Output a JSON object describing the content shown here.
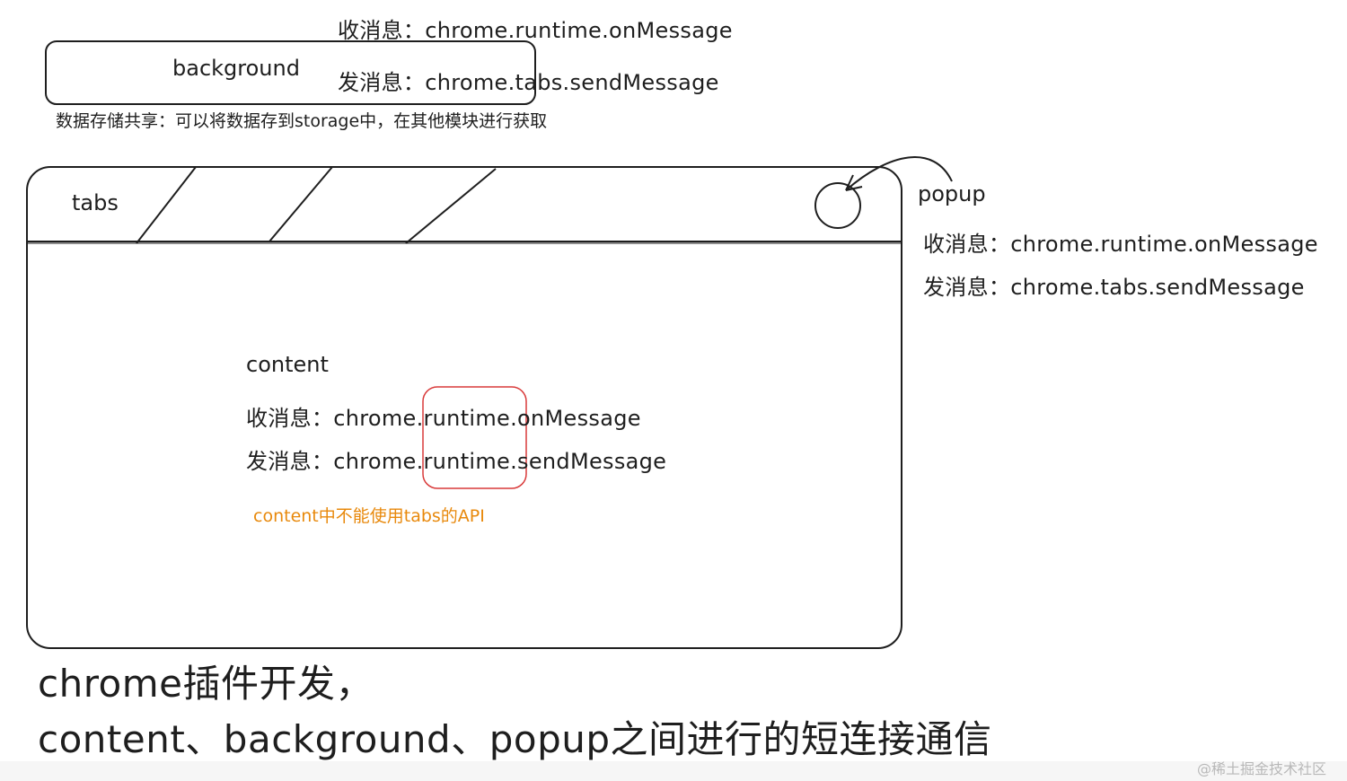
{
  "background_box": {
    "label": "background",
    "receive": "收消息：chrome.runtime.onMessage",
    "send": "发消息：chrome.tabs.sendMessage",
    "storage_note": "数据存储共享：可以将数据存到storage中，在其他模块进行获取"
  },
  "browser": {
    "tabs_label": "tabs"
  },
  "popup": {
    "label": "popup",
    "receive": "收消息：chrome.runtime.onMessage",
    "send": "发消息：chrome.tabs.sendMessage"
  },
  "content": {
    "label": "content",
    "receive": "收消息：chrome.runtime.onMessage",
    "send": "发消息：chrome.runtime.sendMessage",
    "note": "content中不能使用tabs的API"
  },
  "title": {
    "line1": "chrome插件开发，",
    "line2": "content、background、popup之间进行的短连接通信"
  },
  "watermark": "@稀土掘金技术社区",
  "colors": {
    "stroke": "#1e1e1e",
    "highlight": "#d93a3a",
    "note": "#e8890c"
  }
}
